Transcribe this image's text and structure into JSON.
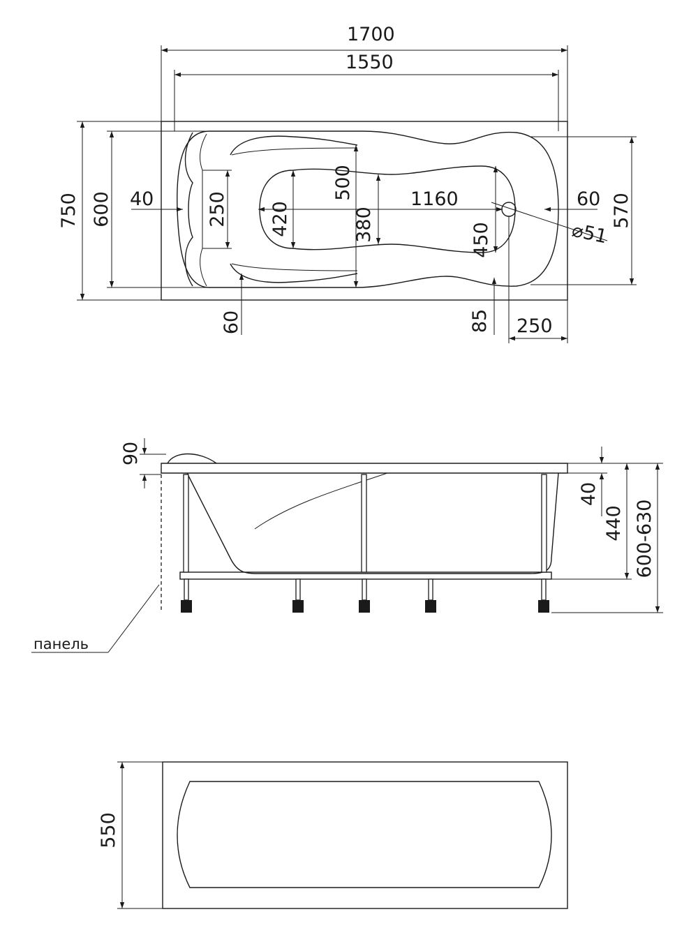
{
  "top_view": {
    "dims": {
      "length_total": "1700",
      "length_inner": "1550",
      "width_total": "750",
      "width_inner": "600",
      "width_right": "570",
      "headrest_offset": "40",
      "headrest_width": "250",
      "bowl_width_head": "420",
      "rim_width": "500",
      "bowl_width_mid": "380",
      "bowl_length": "1160",
      "bowl_width_foot": "450",
      "drain_offset": "60",
      "drain_diameter": "⌀51",
      "headrest_gap": "60",
      "drain_edge": "85",
      "drain_distance": "250"
    }
  },
  "side_view": {
    "dims": {
      "rim_rise": "90",
      "rim_thickness": "40",
      "frame_height": "440",
      "total_height": "600-630"
    },
    "panel_label": "панель"
  },
  "panel_view": {
    "dims": {
      "panel_height": "550"
    }
  }
}
